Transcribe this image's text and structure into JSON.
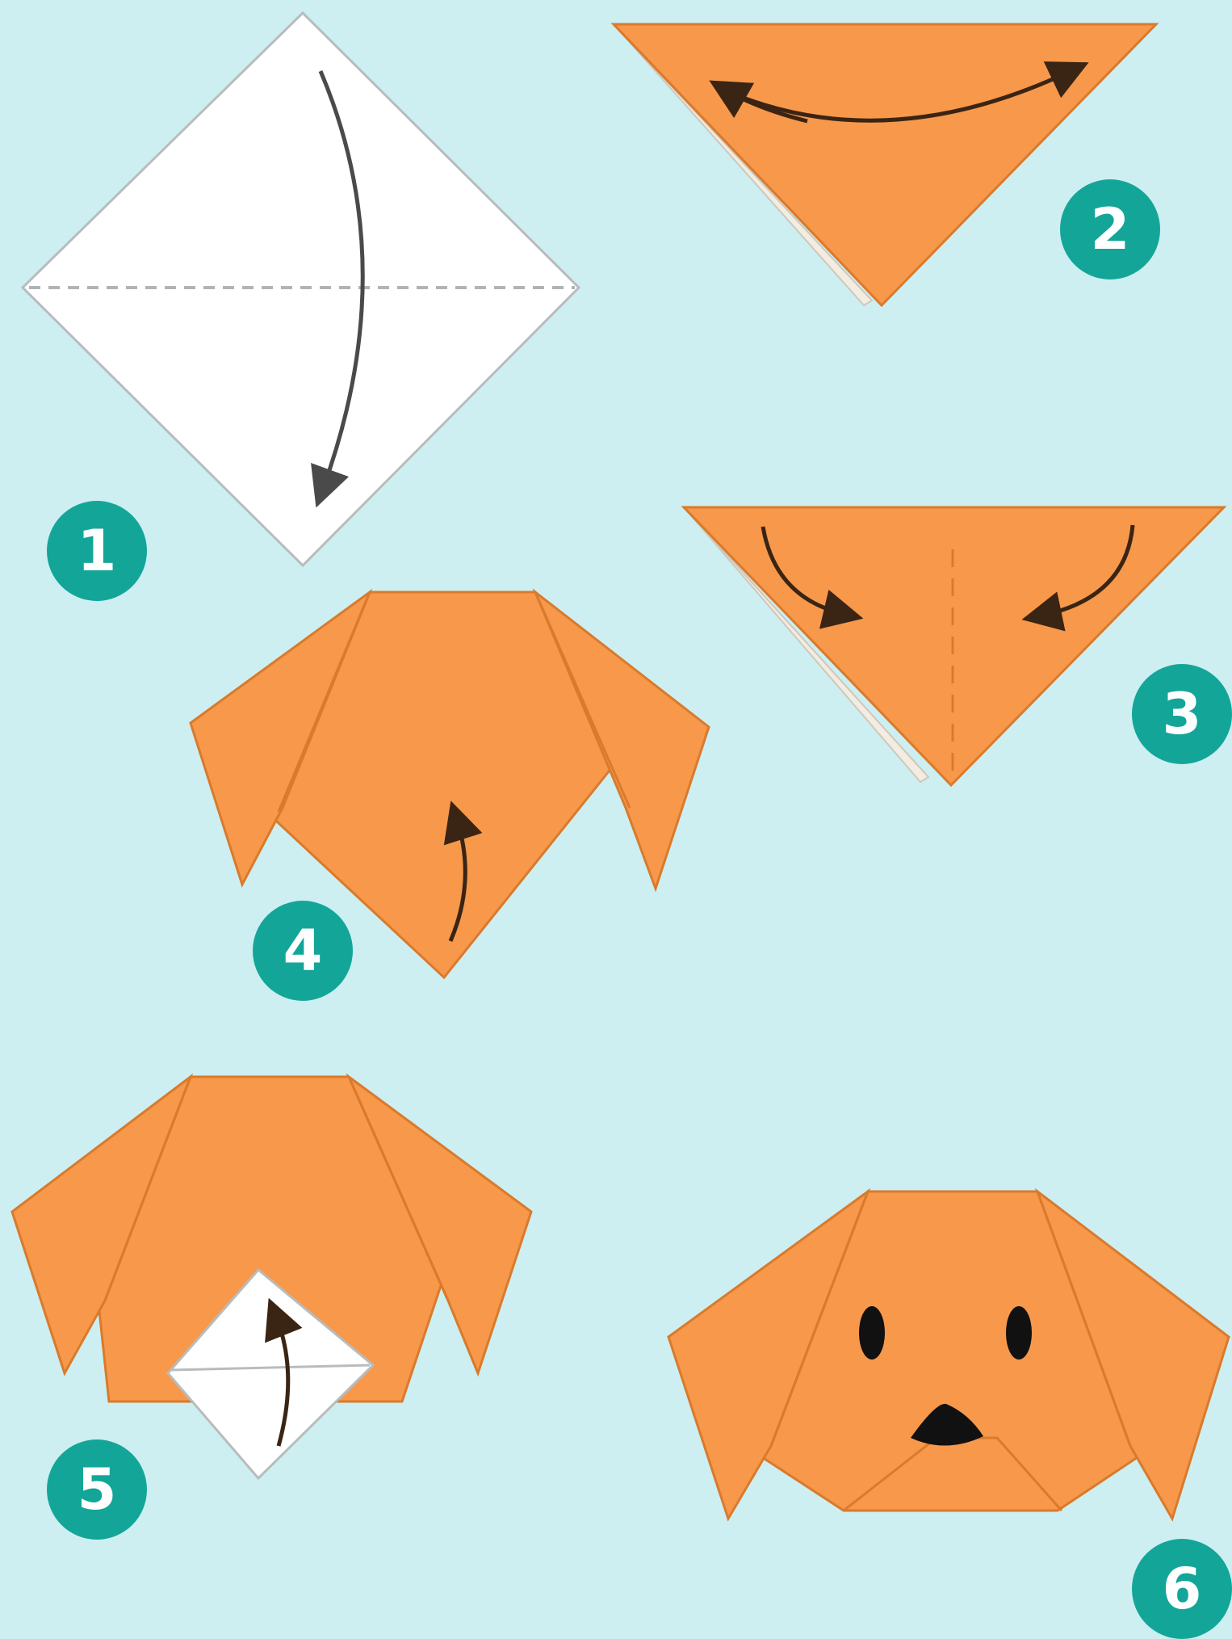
{
  "colors": {
    "background": "#cdeff2",
    "paper_orange": "#f7984b",
    "paper_edge": "#d97a2c",
    "paper_white": "#ffffff",
    "paper_white_edge": "#b9bcbd",
    "arrow": "#3a2414",
    "arrow_gray": "#4a4a4a",
    "badge": "#13a698",
    "face_features": "#111111"
  },
  "steps": [
    {
      "number": "1",
      "shape": "white-square-diamond"
    },
    {
      "number": "2",
      "shape": "orange-triangle-fold-half"
    },
    {
      "number": "3",
      "shape": "orange-triangle-fold-ears"
    },
    {
      "number": "4",
      "shape": "dog-head-fold-tip"
    },
    {
      "number": "5",
      "shape": "dog-head-white-tip"
    },
    {
      "number": "6",
      "shape": "finished-dog-face"
    }
  ]
}
